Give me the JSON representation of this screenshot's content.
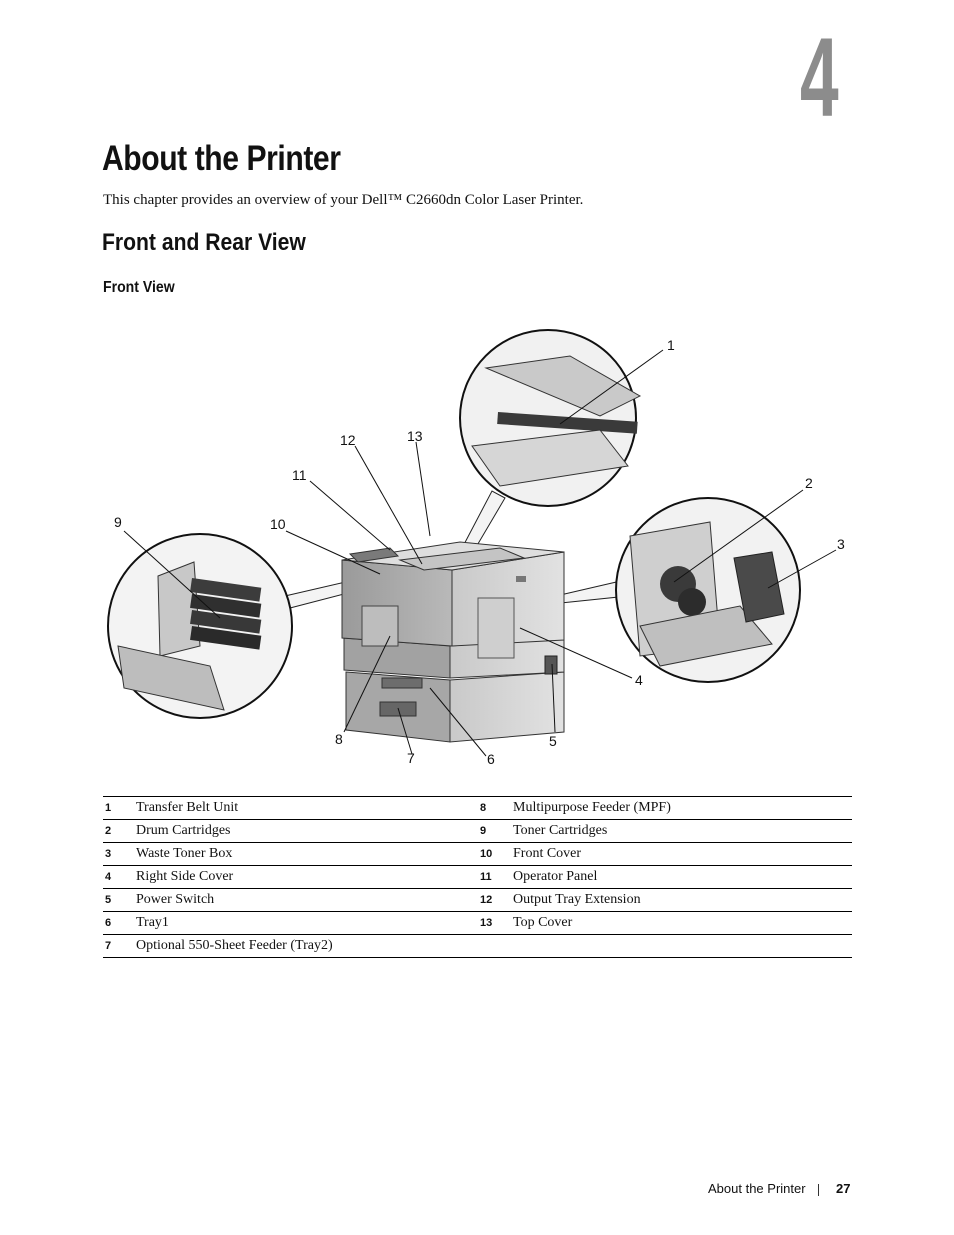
{
  "chapter": {
    "number": "4"
  },
  "title": "About the Printer",
  "intro": "This chapter provides an overview of your Dell™ C2660dn Color Laser Printer.",
  "section_heading": "Front and Rear View",
  "subsection_heading": "Front View",
  "figure": {
    "callouts": [
      "1",
      "2",
      "3",
      "4",
      "5",
      "6",
      "7",
      "8",
      "9",
      "10",
      "11",
      "12",
      "13"
    ]
  },
  "legend": [
    {
      "left_num": "1",
      "left_label": "Transfer Belt Unit",
      "right_num": "8",
      "right_label": "Multipurpose Feeder (MPF)"
    },
    {
      "left_num": "2",
      "left_label": "Drum Cartridges",
      "right_num": "9",
      "right_label": "Toner Cartridges"
    },
    {
      "left_num": "3",
      "left_label": "Waste Toner Box",
      "right_num": "10",
      "right_label": "Front Cover"
    },
    {
      "left_num": "4",
      "left_label": "Right Side Cover",
      "right_num": "11",
      "right_label": "Operator Panel"
    },
    {
      "left_num": "5",
      "left_label": "Power Switch",
      "right_num": "12",
      "right_label": "Output Tray Extension"
    },
    {
      "left_num": "6",
      "left_label": "Tray1",
      "right_num": "13",
      "right_label": "Top Cover"
    },
    {
      "left_num": "7",
      "left_label": "Optional 550-Sheet Feeder (Tray2)",
      "right_num": "",
      "right_label": ""
    }
  ],
  "footer": {
    "title": "About the Printer",
    "page": "27"
  }
}
